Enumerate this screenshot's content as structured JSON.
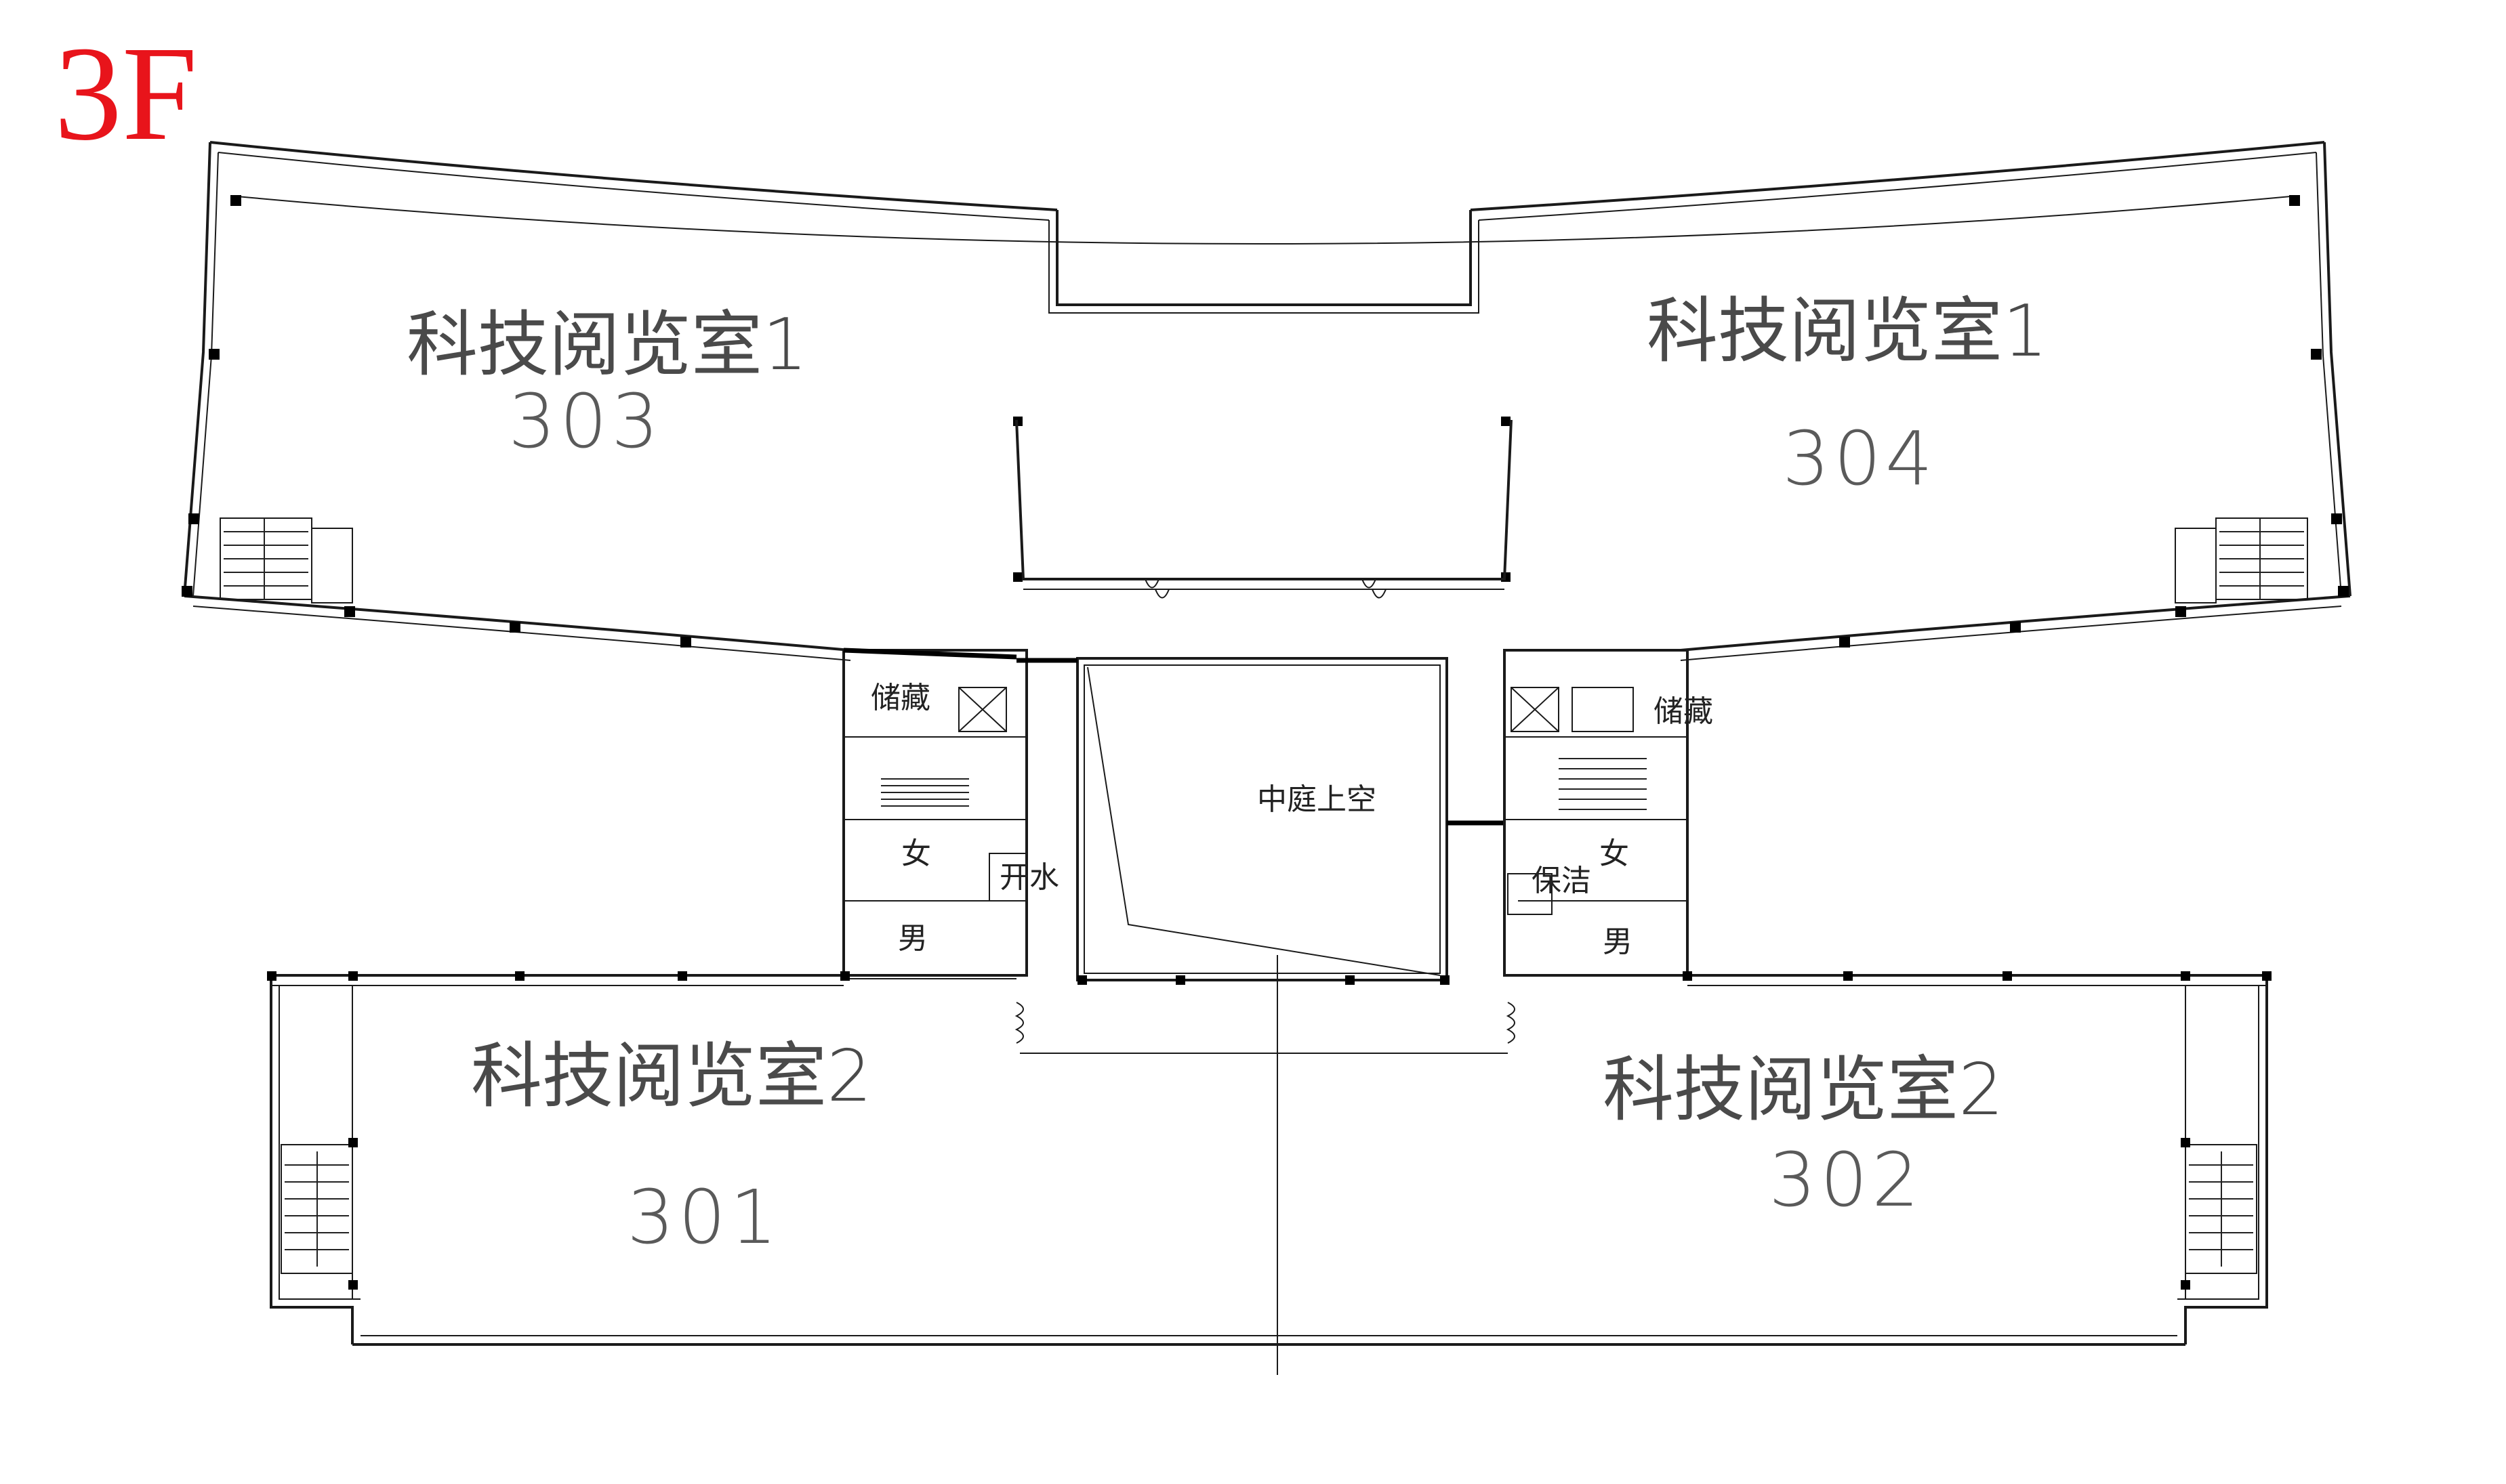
{
  "floor": "3F",
  "rooms": {
    "upper_left": {
      "name": "科技阅览室1",
      "number": "303"
    },
    "upper_right": {
      "name": "科技阅览室1",
      "number": "304"
    },
    "lower_left": {
      "name": "科技阅览室2",
      "number": "301"
    },
    "lower_right": {
      "name": "科技阅览室2",
      "number": "302"
    }
  },
  "core_left": {
    "storage": "储藏",
    "women": "女",
    "men": "男",
    "boiling_water": "开水"
  },
  "core_right": {
    "storage": "储藏",
    "women": "女",
    "men": "男",
    "cleaning": "保洁"
  },
  "atrium": "中庭上空",
  "colors": {
    "floor_label": "#e8141b",
    "lines": "#1a1a1a",
    "room_text": "#4a4a4a"
  }
}
